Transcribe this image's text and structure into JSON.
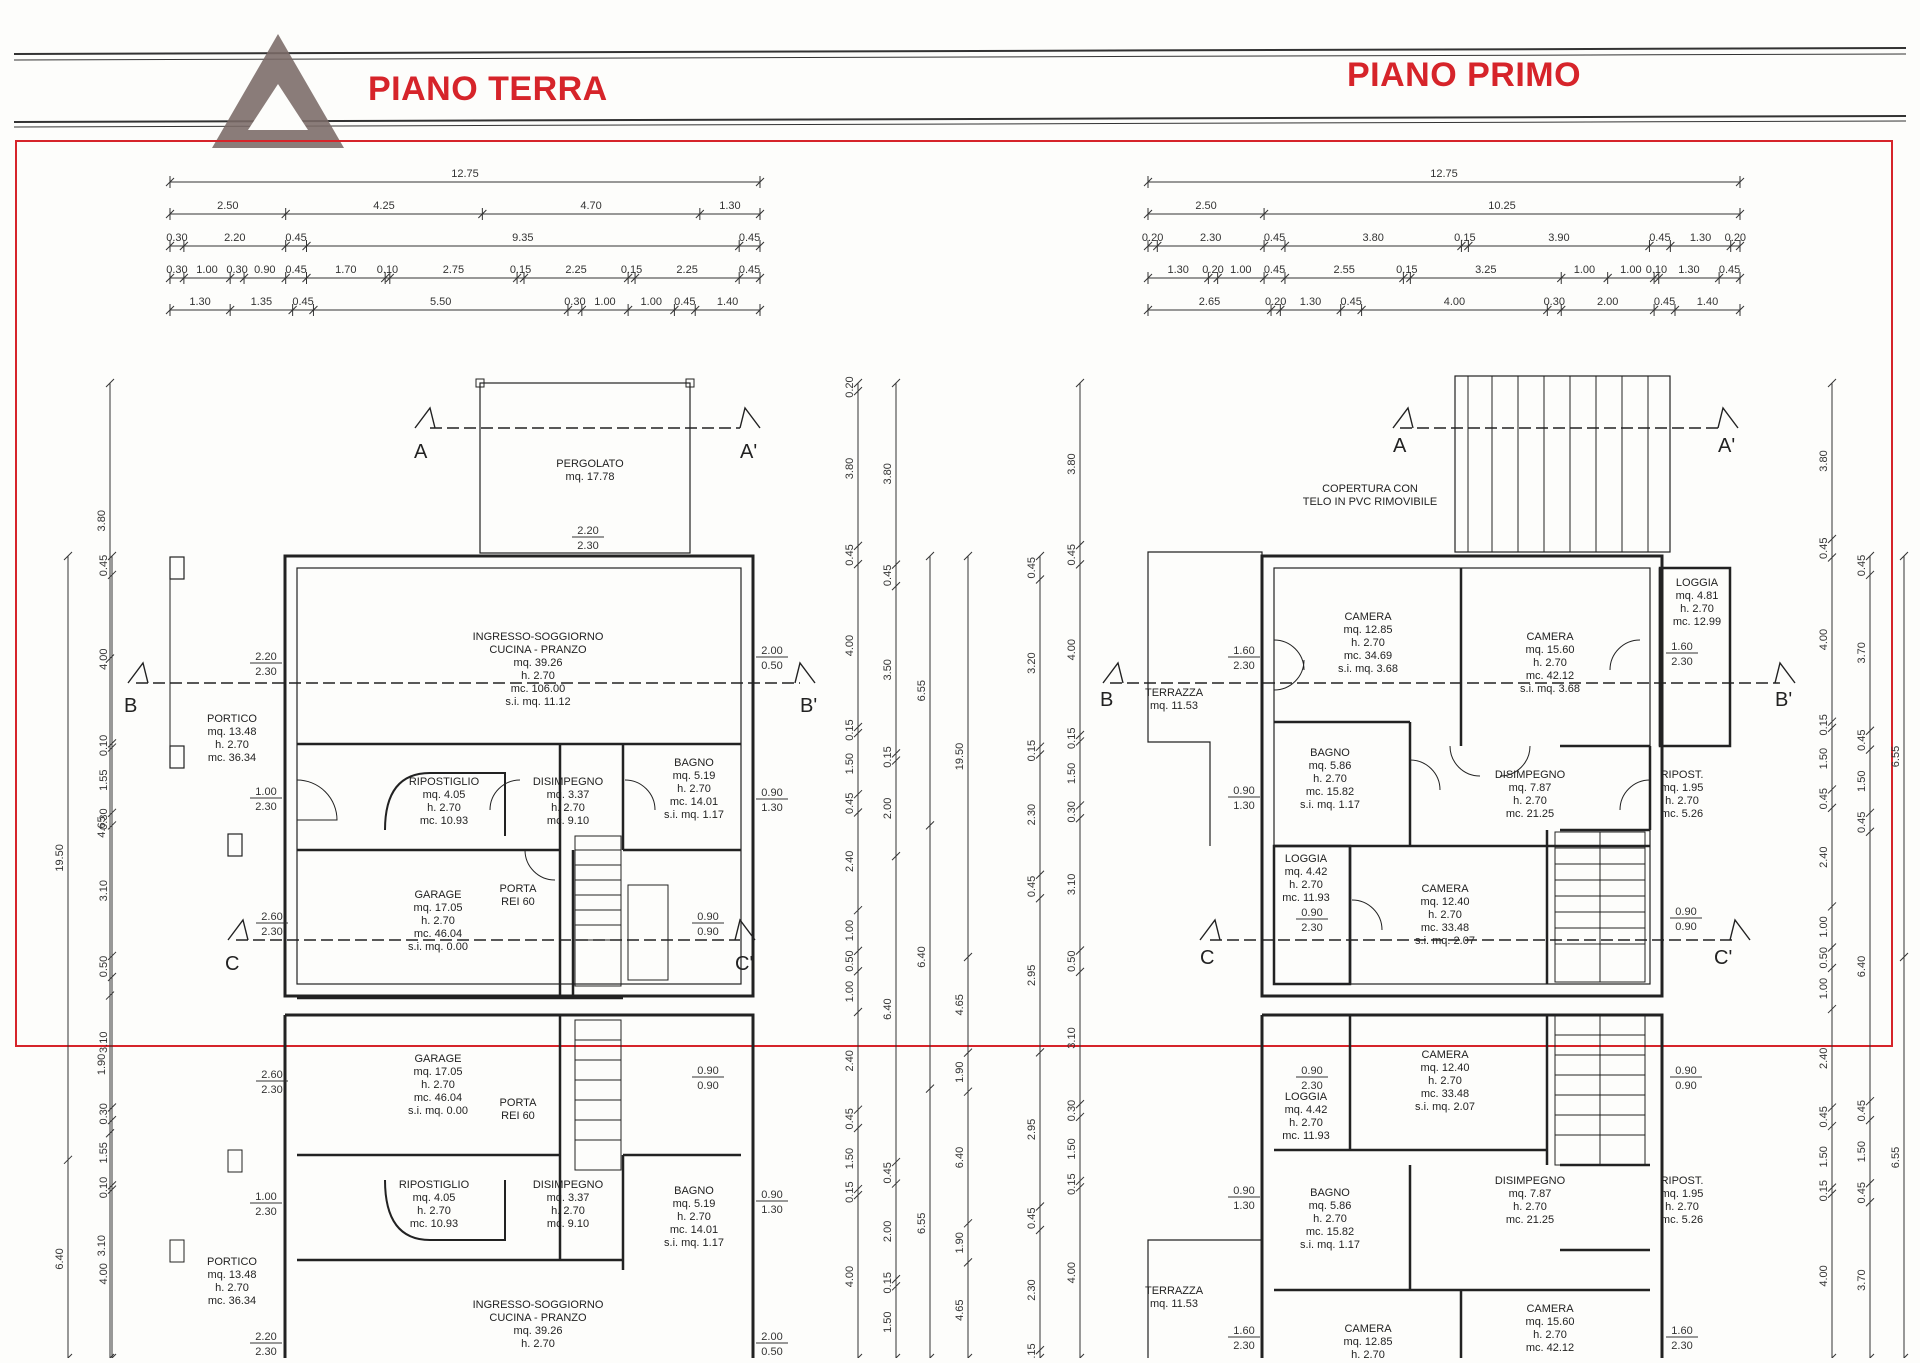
{
  "titles": {
    "ground": "PIANO TERRA",
    "first": "PIANO PRIMO"
  },
  "accent_color": "#d6242a",
  "logo_color": "#7a6a66",
  "logo_icon": "triangle-logo-icon",
  "section_labels": {
    "a": "A",
    "a2": "A'",
    "b": "B",
    "b2": "B'",
    "c": "C",
    "c2": "C'"
  },
  "rooms_ground": {
    "pergolato": [
      "PERGOLATO",
      "mq. 17.78"
    ],
    "soggiorno": [
      "INGRESSO-SOGGIORNO",
      "CUCINA - PRANZO",
      "mq. 39.26",
      "h. 2.70",
      "mc. 106.00",
      "s.i. mq. 11.12"
    ],
    "portico": [
      "PORTICO",
      "mq. 13.48",
      "h. 2.70",
      "mc. 36.34"
    ],
    "ripostiglio": [
      "RIPOSTIGLIO",
      "mq. 4.05",
      "h. 2.70",
      "mc. 10.93"
    ],
    "disimpegno": [
      "DISIMPEGNO",
      "mq. 3.37",
      "h. 2.70",
      "mc. 9.10"
    ],
    "bagno": [
      "BAGNO",
      "mq. 5.19",
      "h. 2.70",
      "mc. 14.01",
      "s.i. mq. 1.17"
    ],
    "garage": [
      "GARAGE",
      "mq. 17.05",
      "h. 2.70",
      "mc. 46.04",
      "s.i. mq. 0.00"
    ],
    "porta": [
      "PORTA",
      "REI 60"
    ]
  },
  "rooms_ground_lower": {
    "garage": [
      "GARAGE",
      "mq. 17.05",
      "h. 2.70",
      "mc. 46.04",
      "s.i. mq. 0.00"
    ],
    "porta": [
      "PORTA",
      "REI 60"
    ],
    "ripostiglio": [
      "RIPOSTIGLIO",
      "mq. 4.05",
      "h. 2.70",
      "mc. 10.93"
    ],
    "disimpegno": [
      "DISIMPEGNO",
      "mq. 3.37",
      "h. 2.70",
      "mc. 9.10"
    ],
    "bagno": [
      "BAGNO",
      "mq. 5.19",
      "h. 2.70",
      "mc. 14.01",
      "s.i. mq. 1.17"
    ],
    "portico": [
      "PORTICO",
      "mq. 13.48",
      "h. 2.70",
      "mc. 36.34"
    ],
    "soggiorno": [
      "INGRESSO-SOGGIORNO",
      "CUCINA - PRANZO",
      "mq. 39.26",
      "h. 2.70"
    ]
  },
  "rooms_first": {
    "copertura": [
      "COPERTURA CON",
      "TELO IN PVC RIMOVIBILE"
    ],
    "terrazza": [
      "TERRAZZA",
      "mq. 11.53"
    ],
    "camera1": [
      "CAMERA",
      "mq. 12.85",
      "h. 2.70",
      "mc. 34.69",
      "s.i. mq. 3.68"
    ],
    "camera2": [
      "CAMERA",
      "mq. 15.60",
      "h. 2.70",
      "mc. 42.12",
      "s.i. mq. 3.68"
    ],
    "loggia1": [
      "LOGGIA",
      "mq. 4.81",
      "h. 2.70",
      "mc. 12.99"
    ],
    "bagno": [
      "BAGNO",
      "mq. 5.86",
      "h. 2.70",
      "mc. 15.82",
      "s.i. mq. 1.17"
    ],
    "disimpegno": [
      "DISIMPEGNO",
      "mq. 7.87",
      "h. 2.70",
      "mc. 21.25"
    ],
    "ripost": [
      "RIPOST.",
      "mq. 1.95",
      "h. 2.70",
      "mc. 5.26"
    ],
    "loggia2": [
      "LOGGIA",
      "mq. 4.42",
      "h. 2.70",
      "mc. 11.93"
    ],
    "camera3": [
      "CAMERA",
      "mq. 12.40",
      "h. 2.70",
      "mc. 33.48",
      "s.i. mq. 2.07"
    ]
  },
  "rooms_first_lower": {
    "camera3": [
      "CAMERA",
      "mq. 12.40",
      "h. 2.70",
      "mc. 33.48",
      "s.i. mq. 2.07"
    ],
    "loggia2": [
      "LOGGIA",
      "mq. 4.42",
      "h. 2.70",
      "mc. 11.93"
    ],
    "bagno": [
      "BAGNO",
      "mq. 5.86",
      "h. 2.70",
      "mc. 15.82",
      "s.i. mq. 1.17"
    ],
    "disimpegno": [
      "DISIMPEGNO",
      "mq. 7.87",
      "h. 2.70",
      "mc. 21.25"
    ],
    "ripost": [
      "RIPOST.",
      "mq. 1.95",
      "h. 2.70",
      "mc. 5.26"
    ],
    "terrazza": [
      "TERRAZZA",
      "mq. 11.53"
    ],
    "camera1": [
      "CAMERA",
      "mq. 12.85",
      "h. 2.70"
    ],
    "camera2": [
      "CAMERA",
      "mq. 15.60",
      "h. 2.70",
      "mc. 42.12"
    ]
  },
  "window_tags": {
    "g1": [
      "2.20",
      "2.30"
    ],
    "g2": [
      "2.00",
      "0.50"
    ],
    "g3": [
      "1.00",
      "2.30"
    ],
    "g4": [
      "0.90",
      "1.30"
    ],
    "g5": [
      "2.60",
      "2.30"
    ],
    "g6": [
      "0.90",
      "0.90"
    ],
    "g7": [
      "2.20",
      "2.30"
    ],
    "gl1": [
      "2.60",
      "2.30"
    ],
    "gl2": [
      "0.90",
      "0.90"
    ],
    "gl3": [
      "1.00",
      "2.30"
    ],
    "gl4": [
      "0.90",
      "1.30"
    ],
    "gl5": [
      "2.20",
      "2.30"
    ],
    "gl6": [
      "2.00",
      "0.50"
    ],
    "f1": [
      "1.60",
      "2.30"
    ],
    "f2": [
      "1.60",
      "2.30"
    ],
    "f3": [
      "0.90",
      "1.30"
    ],
    "f4": [
      "0.90",
      "2.30"
    ],
    "f5": [
      "0.90",
      "0.90"
    ],
    "fl1": [
      "0.90",
      "2.30"
    ],
    "fl2": [
      "0.90",
      "0.90"
    ],
    "fl3": [
      "0.90",
      "1.30"
    ],
    "fl4": [
      "1.60",
      "2.30"
    ],
    "fl5": [
      "1.60",
      "2.30"
    ]
  },
  "dims_ground_top": [
    [
      "12.75"
    ],
    [
      "2.50",
      "4.25",
      "4.70",
      "1.30"
    ],
    [
      "0.30",
      "2.20",
      "0.45",
      "9.35",
      "0.45"
    ],
    [
      "0.30",
      "1.00",
      "0.30",
      "0.90",
      "0.45",
      "1.70",
      "0.10",
      "2.75",
      "0.15",
      "2.25",
      "0.15",
      "2.25",
      "0.45"
    ],
    [
      "1.30",
      "1.35",
      "0.45",
      "5.50",
      "0.30",
      "1.00",
      "1.00",
      "0.45",
      "1.40"
    ]
  ],
  "dims_first_top": [
    [
      "12.75"
    ],
    [
      "2.50",
      "10.25"
    ],
    [
      "0.20",
      "2.30",
      "0.45",
      "3.80",
      "0.15",
      "3.90",
      "0.45",
      "1.30",
      "0.20"
    ],
    [
      "1.30",
      "0.20",
      "1.00",
      "0.45",
      "2.55",
      "0.15",
      "3.25",
      "1.00",
      "1.00",
      "0.10",
      "1.30",
      "0.45"
    ],
    [
      "2.65",
      "0.20",
      "1.30",
      "0.45",
      "4.00",
      "0.30",
      "2.00",
      "0.45",
      "1.40"
    ]
  ],
  "vdims": {
    "g_left_a": [
      "3.80",
      "4.65",
      "1.90",
      "3.10"
    ],
    "g_left_b": [
      "0.45",
      "4.00",
      "0.10",
      "1.55",
      "0.30",
      "3.10",
      "0.50",
      "3.10",
      "0.30",
      "1.55",
      "0.10",
      "4.00"
    ],
    "g_left_c": [
      "19.50",
      "6.40"
    ],
    "g_mid_a": [
      "0.20",
      "3.80",
      "0.45",
      "4.00",
      "0.15",
      "1.50",
      "0.45",
      "2.40",
      "1.00",
      "0.50",
      "1.00",
      "2.40",
      "0.45",
      "1.50",
      "0.15",
      "4.00"
    ],
    "g_mid_b": [
      "3.80",
      "0.45",
      "3.50",
      "0.15",
      "2.00",
      "6.40",
      "0.45",
      "2.00",
      "0.15",
      "1.50"
    ],
    "g_mid_c": [
      "6.55",
      "6.40",
      "6.55"
    ],
    "g_mid_d": [
      "19.50",
      "4.65",
      "1.90",
      "6.40",
      "1.90",
      "4.65"
    ],
    "g_mid_e": [
      "0.45",
      "3.20",
      "0.15",
      "2.30",
      "0.45",
      "2.95",
      "2.95",
      "0.45",
      "2.30",
      "0.15"
    ],
    "g_mid_f": [
      "3.80",
      "0.45",
      "4.00",
      "0.15",
      "1.50",
      "0.30",
      "3.10",
      "0.50",
      "3.10",
      "0.30",
      "1.50",
      "0.15",
      "4.00"
    ],
    "f_right_a": [
      "3.80",
      "0.45",
      "4.00",
      "0.15",
      "1.50",
      "0.45",
      "2.40",
      "1.00",
      "0.50",
      "1.00",
      "2.40",
      "0.45",
      "1.50",
      "0.15",
      "4.00"
    ],
    "f_right_b": [
      "0.45",
      "3.70",
      "0.45",
      "1.50",
      "0.45",
      "6.40",
      "0.45",
      "1.50",
      "0.45",
      "3.70"
    ],
    "f_right_c": [
      "6.55",
      "6.55"
    ]
  }
}
